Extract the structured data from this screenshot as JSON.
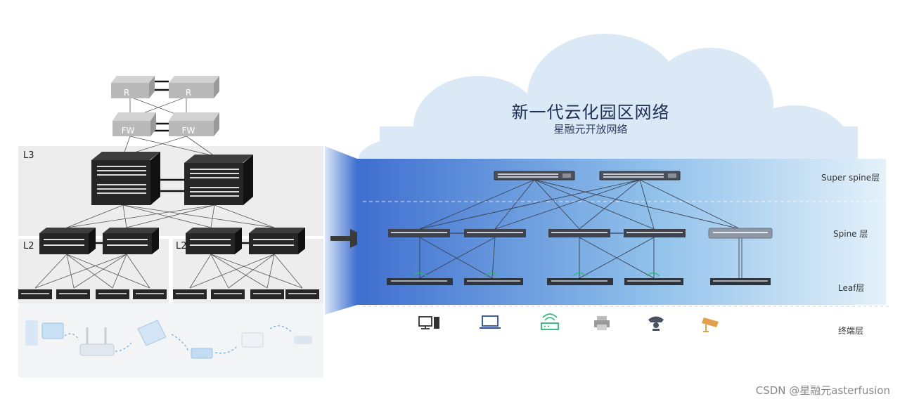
{
  "legacy": {
    "l3_label": "L3",
    "l2_left_label": "L2",
    "l2_right_label": "L2",
    "router_label": "R",
    "firewall_label": "FW"
  },
  "cloud": {
    "title": "新一代云化园区网络",
    "subtitle": "星融元开放网络"
  },
  "layers": {
    "super_spine": "Super spine层",
    "spine": "Spine 层",
    "leaf": "Leaf层",
    "terminal": "终端层"
  },
  "endpoints": [
    {
      "icon": "desktop-computer-icon"
    },
    {
      "icon": "laptop-icon"
    },
    {
      "icon": "wireless-ap-icon",
      "color": "#2bb673"
    },
    {
      "icon": "printer-icon"
    },
    {
      "icon": "ip-phone-icon"
    },
    {
      "icon": "camera-icon",
      "color": "#e0a050"
    }
  ],
  "watermark": "CSDN @星融元asterfusion",
  "colors": {
    "cloud": "#dbe8f6",
    "gradient_dark": "#3f6fcf",
    "gradient_light": "#cfe6f6",
    "arrow": "#3a3a3a"
  }
}
